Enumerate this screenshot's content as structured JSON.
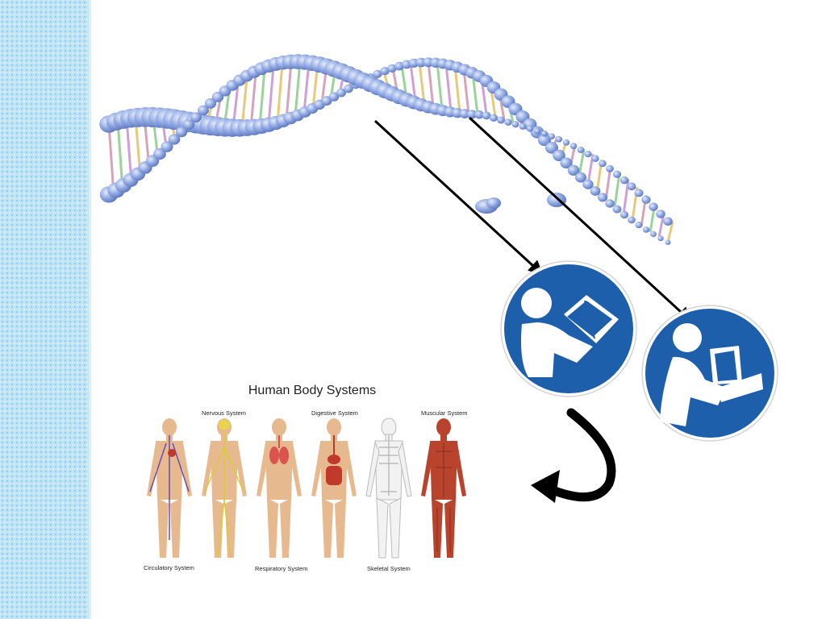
{
  "colors": {
    "sidebar": "#bfe4f6",
    "dna_backbone": "#8aa6e0",
    "icon_blue": "#1d5fab",
    "arrow": "#000000",
    "skin": "#e6b98f"
  },
  "icons": [
    "dna-helix",
    "reading-person-icon",
    "reading-person-icon",
    "curved-return-arrow"
  ],
  "body_systems": {
    "title": "Human Body Systems",
    "labels": [
      "Circulatory System",
      "Nervous System",
      "Respiratory System",
      "Digestive System",
      "Skeletal System",
      "Muscular System"
    ]
  }
}
